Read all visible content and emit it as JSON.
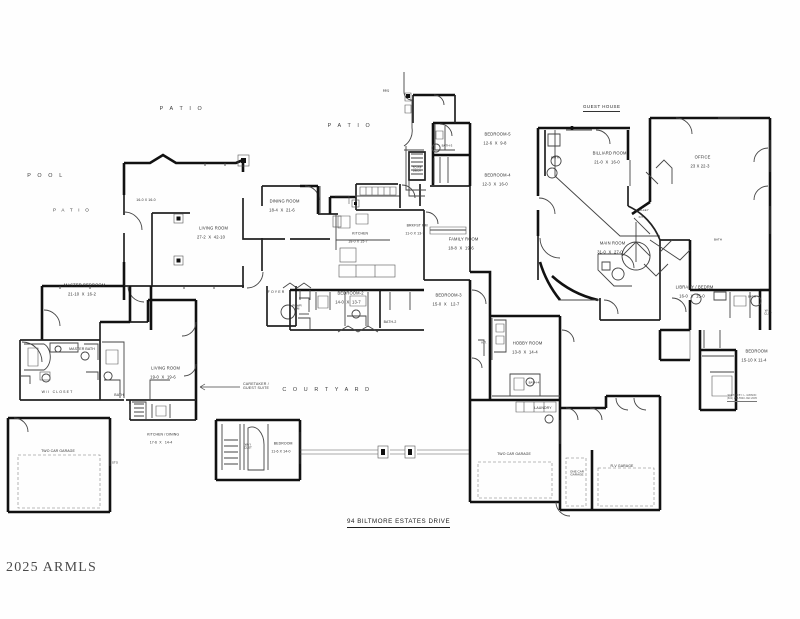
{
  "document": {
    "type": "floor-plan",
    "title": "94 BILTMORE ESTATES DRIVE",
    "watermark": "2025 ARMLS",
    "guest_house_tag": "GUEST HOUSE",
    "stamp": "SKETCH BY:  L. GIBSON\n(602) 258-5540  JAN 2005"
  },
  "outdoor_areas": [
    {
      "name": "POOL",
      "label": "P O O L"
    },
    {
      "name": "PATIO",
      "label": "P A T I O"
    },
    {
      "name": "PATIO",
      "label": "P A T I O"
    },
    {
      "name": "PATIO",
      "label": "P A T I O"
    },
    {
      "name": "COURTYARD",
      "label": "C O U R T Y A R D"
    }
  ],
  "callouts": [
    {
      "label": "CARETAKER /\nGUEST SUITE"
    },
    {
      "label": "BBQ"
    },
    {
      "label": "TO RF\nDECK"
    }
  ],
  "main_house": {
    "rooms": [
      {
        "name": "LIVING ROOM",
        "dim": "27-2  X  42-10"
      },
      {
        "name": "DINING ROOM",
        "dim": "18-4  X  21-6"
      },
      {
        "name": "KITCHEN",
        "dim": "18-0 X 15-7"
      },
      {
        "name": "BRKFST RM",
        "dim": "11-0 X 13-7"
      },
      {
        "name": "FAMILY ROOM",
        "dim": "18-8  X  19-6"
      },
      {
        "name": "MASTER BEDROOM",
        "dim": "21-10  X  16-2"
      },
      {
        "name": "MASTER BATH",
        "dim": ""
      },
      {
        "name": "W/I CLOSET",
        "dim": ""
      },
      {
        "name": "FOYER",
        "dim": ""
      },
      {
        "name": "POWR\nRM",
        "dim": ""
      },
      {
        "name": "BEDROOM-2",
        "dim": "14-0  X  13-7"
      },
      {
        "name": "BEDROOM-3",
        "dim": "15-0  X   12-7"
      },
      {
        "name": "BEDROOM-4",
        "dim": "12-3  X  16-0"
      },
      {
        "name": "BEDROOM-5",
        "dim": "12-6  X  9-8"
      },
      {
        "name": "BATH-2",
        "dim": ""
      },
      {
        "name": "BATH-3",
        "dim": ""
      },
      {
        "name": "BATH-4",
        "dim": ""
      },
      {
        "name": "BATH",
        "dim": ""
      },
      {
        "name": "HOBBY ROOM",
        "dim": "13-8  X  14-4"
      },
      {
        "name": "KIT.",
        "dim": ""
      },
      {
        "name": "LAUNDRY",
        "dim": ""
      },
      {
        "name": "16-0 X 16-0",
        "dim": ""
      }
    ]
  },
  "guest_house": {
    "rooms": [
      {
        "name": "BILLIARD ROOM",
        "dim": "21-0  X  16-0"
      },
      {
        "name": "OFFICE",
        "dim": "23 X 22-3"
      },
      {
        "name": "MAIN ROOM",
        "dim": "31-0  X  27-0"
      },
      {
        "name": "LIBRARY / BEDRM",
        "dim": "16-0  X  15-0"
      },
      {
        "name": "BEDROOM",
        "dim": "15-10 X 11-4"
      },
      {
        "name": "GALLEY",
        "dim": "KIT"
      },
      {
        "name": "BATH",
        "dim": ""
      },
      {
        "name": "BATH",
        "dim": ""
      },
      {
        "name": "BATH",
        "dim": ""
      },
      {
        "name": "W/I\nCLST",
        "dim": ""
      }
    ]
  },
  "caretaker_suite": {
    "rooms": [
      {
        "name": "LIVING ROOM",
        "dim": "19-0  X  19-6"
      },
      {
        "name": "KITCHEN / DINING",
        "dim": "17-6  X   14-4"
      },
      {
        "name": "BEDROOM",
        "dim": "11-6 X 14-0"
      },
      {
        "name": "W/I\nCLST",
        "dim": ""
      },
      {
        "name": "BATH",
        "dim": ""
      },
      {
        "name": "STG",
        "dim": ""
      }
    ]
  },
  "garages": [
    {
      "name": "TWO CAR GARAGE"
    },
    {
      "name": "TWO CAR GARAGE"
    },
    {
      "name": "ONE CAR\nGARAGE"
    },
    {
      "name": "R-V GARAGE"
    }
  ],
  "labels": {
    "pool": "P O O L",
    "patio_upper_left": "P A T I O",
    "patio_upper_mid": "P A T I O",
    "patio_left": "P A T I O",
    "courtyard": "C O U R T Y A R D",
    "caretaker_callout": "CARETAKER /\nGUEST SUITE",
    "bbq": "BBQ",
    "to_rf_deck": "TO RF\nDECK",
    "living_room_name": "LIVING ROOM",
    "living_room_dim": "27-2  X  42-10",
    "dining_room_name": "DINING ROOM",
    "dining_room_dim": "18-4  X  21-6",
    "kitchen_name": "KITCHEN",
    "kitchen_dim": "18-0 X 15-7",
    "brkfst_name": "BRKFST RM",
    "brkfst_dim": "11-0 X 13-7",
    "family_name": "FAMILY ROOM",
    "family_dim": "18-8  X  19-6",
    "master_bed_name": "MASTER BEDROOM",
    "master_bed_dim": "21-10  X  16-2",
    "master_bath": "MASTER BATH",
    "wi_closet": "W / I   C L O S E T",
    "foyer": "F O Y E R",
    "powder": "POWR\nRM",
    "patio_room_dim": "16-0 X 16-0",
    "bed2_name": "BEDROOM-2",
    "bed2_dim": "14-0  X  13-7",
    "bed3_name": "BEDROOM-3",
    "bed3_dim": "15-0  X   12-7",
    "bed4_name": "BEDROOM-4",
    "bed4_dim": "12-3  X  16-0",
    "bed5_name": "BEDROOM-5",
    "bed5_dim": "12-6  X  9-8",
    "bath2": "BATH-2",
    "bath3": "BATH-3",
    "bath4": "BATH-4",
    "hobby_name": "HOBBY ROOM",
    "hobby_dim": "13-8  X  14-4",
    "kit_small": "KIT.",
    "laundry": "LAUNDRY",
    "billiard_name": "BILLIARD ROOM",
    "billiard_dim": "21-0  X  16-0",
    "office_name": "OFFICE",
    "office_dim": "23 X 22-3",
    "main_room_name": "MAIN ROOM",
    "main_room_dim": "31-0  X  27-0",
    "library_name": "LIBRARY / BEDRM",
    "library_dim": "16-0  X  15-0",
    "gh_bedroom_name": "BEDROOM",
    "gh_bedroom_dim": "15-10 X 11-4",
    "galley_name": "GALLEY",
    "galley_dim": "KIT",
    "gh_bath_left": "BATH",
    "gh_bath_mid": "BATH",
    "gh_bath_right": "BATH",
    "gh_wi_clst": "W / I\nCLST",
    "cs_living_name": "LIVING ROOM",
    "cs_living_dim": "19-0  X  19-6",
    "cs_kitchen_name": "KITCHEN / DINING",
    "cs_kitchen_dim": "17-6  X   14-4",
    "cs_bedroom_name": "BEDROOM",
    "cs_bedroom_dim": "11-6 X 14-0",
    "cs_wi_clst": "W / I\nCLST",
    "cs_bath": "BATH",
    "cs_stg": "STG",
    "garage_left": "TWO CAR GARAGE",
    "garage_right": "TWO CAR GARAGE",
    "garage_one": "ONE CAR\nGARAGE",
    "garage_rv": "R-V GARAGE"
  },
  "colors": {
    "wall_heavy": "#111111",
    "wall_light": "#3a3a3a",
    "text": "#2b2b2b",
    "paper": "#ffffff"
  }
}
